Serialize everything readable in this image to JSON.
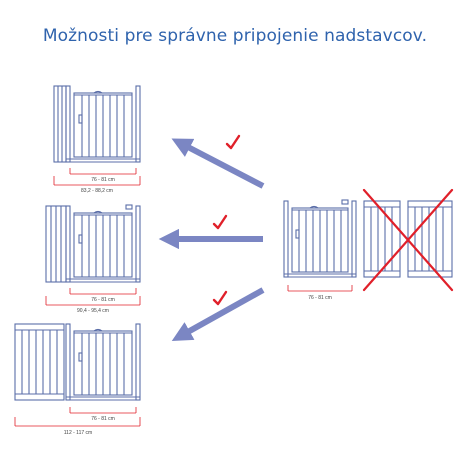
{
  "title": "Možnosti pre správne pripojenie nadstavcov.",
  "colors": {
    "title": "#2f63ad",
    "gate_line": "#5b6ea8",
    "arrow": "#7b86c3",
    "check": "#e0202a",
    "cross": "#e0202a",
    "dimension": "#e0202a"
  },
  "icons": {
    "correct": "check-icon",
    "wrong": "cross-icon"
  },
  "options": [
    {
      "gate_width": "76 - 81 cm",
      "total_width": "83,2 - 88,2 cm"
    },
    {
      "gate_width": "76 - 81 cm",
      "total_width": "90,4 - 95,4 cm"
    },
    {
      "gate_width": "76 - 81 cm",
      "total_width": "112 - 117 cm"
    }
  ],
  "wrong_example": {
    "gate_width": "76 - 81 cm"
  }
}
